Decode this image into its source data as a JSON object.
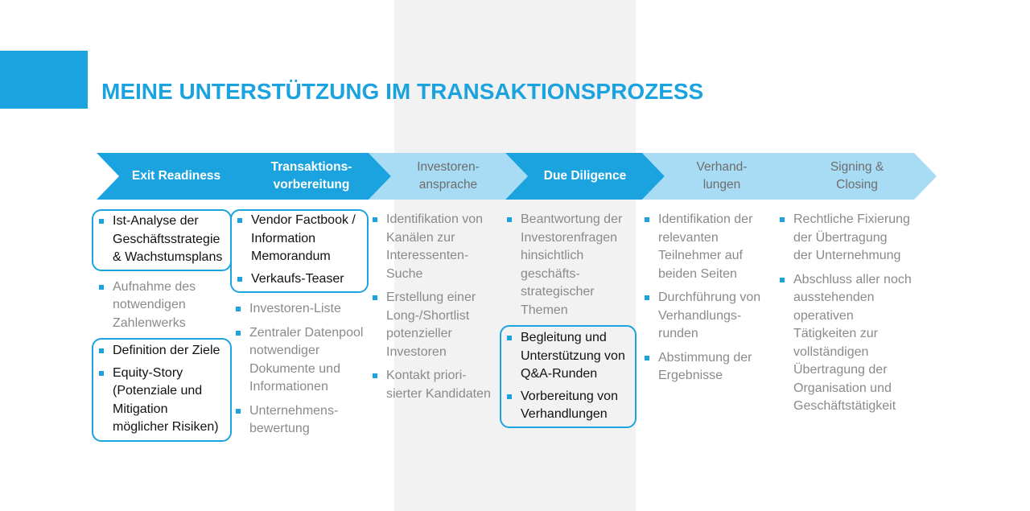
{
  "title": "MEINE UNTERSTÜTZUNG IM TRANSAKTIONSPROZESS",
  "colors": {
    "accent": "#1ba3e0",
    "light": "#a8dcf4",
    "dark_text": "#111111",
    "muted_text": "#8a8a8a"
  },
  "steps": [
    {
      "label": "Exit Readiness",
      "style": "dark"
    },
    {
      "label": "Transaktions-\nvorbereitung",
      "style": "dark"
    },
    {
      "label": "Investoren-\nansprache",
      "style": "light"
    },
    {
      "label": "Due Diligence",
      "style": "dark"
    },
    {
      "label": "Verhand-\nlungen",
      "style": "light"
    },
    {
      "label": "Signing &\nClosing",
      "style": "light"
    }
  ],
  "columns": [
    [
      "Ist-Analyse der\nGeschäftsstrategie\n& Wachstumsplans",
      "Aufnahme des\nnotwendigen\nZahlenwerks",
      "Definition der Ziele",
      "Equity-Story\n(Potenziale und\nMitigation\nmöglicher Risiken)"
    ],
    [
      "Vendor Factbook /\nInformation\nMemorandum",
      "Verkaufs-Teaser",
      "Investoren-Liste",
      "Zentraler Datenpool\nnotwendiger\nDokumente und\nInformationen",
      "Unternehmens-\nbewertung"
    ],
    [
      "Identifikation von\nKanälen zur\nInteressenten-\nSuche",
      "Erstellung einer\nLong-/Shortlist\npotenzieller\nInvestoren",
      "Kontakt priori-\nsierter Kandidaten"
    ],
    [
      "Beantwortung der\nInvestorenfragen\nhinsichtlich\ngeschäfts-\nstrategischer\nThemen",
      "Begleitung und\nUnterstützung von\nQ&A-Runden",
      "Vorbereitung von\nVerhandlungen"
    ],
    [
      "Identifikation der\nrelevanten\nTeilnehmer auf\nbeiden Seiten",
      "Durchführung von\nVerhandlungs-\nrunden",
      "Abstimmung der\nErgebnisse"
    ],
    [
      "Rechtliche Fixierung\nder Übertragung\nder Unternehmung",
      "Abschluss aller noch\nausstehenden\noperativen\nTätigkeiten zur\nvollständigen\nÜbertragung der\nOrganisation und\nGeschäftstätigkeit"
    ]
  ]
}
